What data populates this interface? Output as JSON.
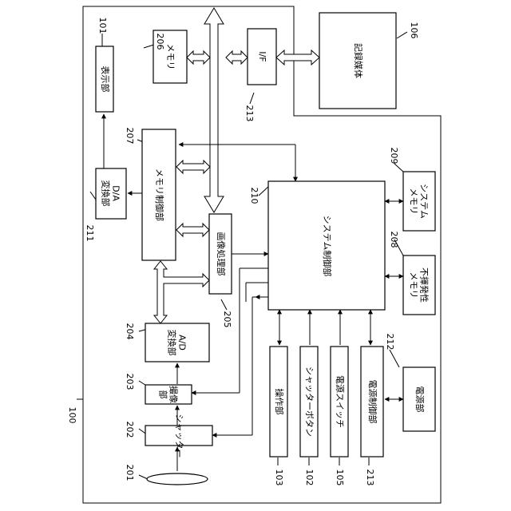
{
  "blocks": {
    "display": "表示部",
    "da_conv": "D/A\n変換部",
    "memory_ctrl": "メモリ制御部",
    "memory": "メモリ",
    "if": "I/F",
    "recording_medium": "記録媒体",
    "image_proc": "画像処理部",
    "system_ctrl": "システム制御部",
    "system_memory": "システム\nメモリ",
    "nonvolatile_memory": "不揮発性\nメモリ",
    "ad_conv": "A/D\n変換部",
    "imaging": "撮像\n部",
    "shutter": "シャッター",
    "operation": "操作部",
    "shutter_button": "シャッターボタン",
    "power_switch": "電源スイッチ",
    "power_ctrl": "電源制御部",
    "power_supply": "電源部"
  },
  "refs": {
    "r100": "100",
    "r101": "101",
    "r102": "102",
    "r103": "103",
    "r105": "105",
    "r106": "106",
    "r201": "201",
    "r202": "202",
    "r203": "203",
    "r204": "204",
    "r205": "205",
    "r206": "206",
    "r207": "207",
    "r208": "208",
    "r209": "209",
    "r210": "210",
    "r211": "211",
    "r212": "212",
    "r213a": "213",
    "r213b": "213"
  }
}
